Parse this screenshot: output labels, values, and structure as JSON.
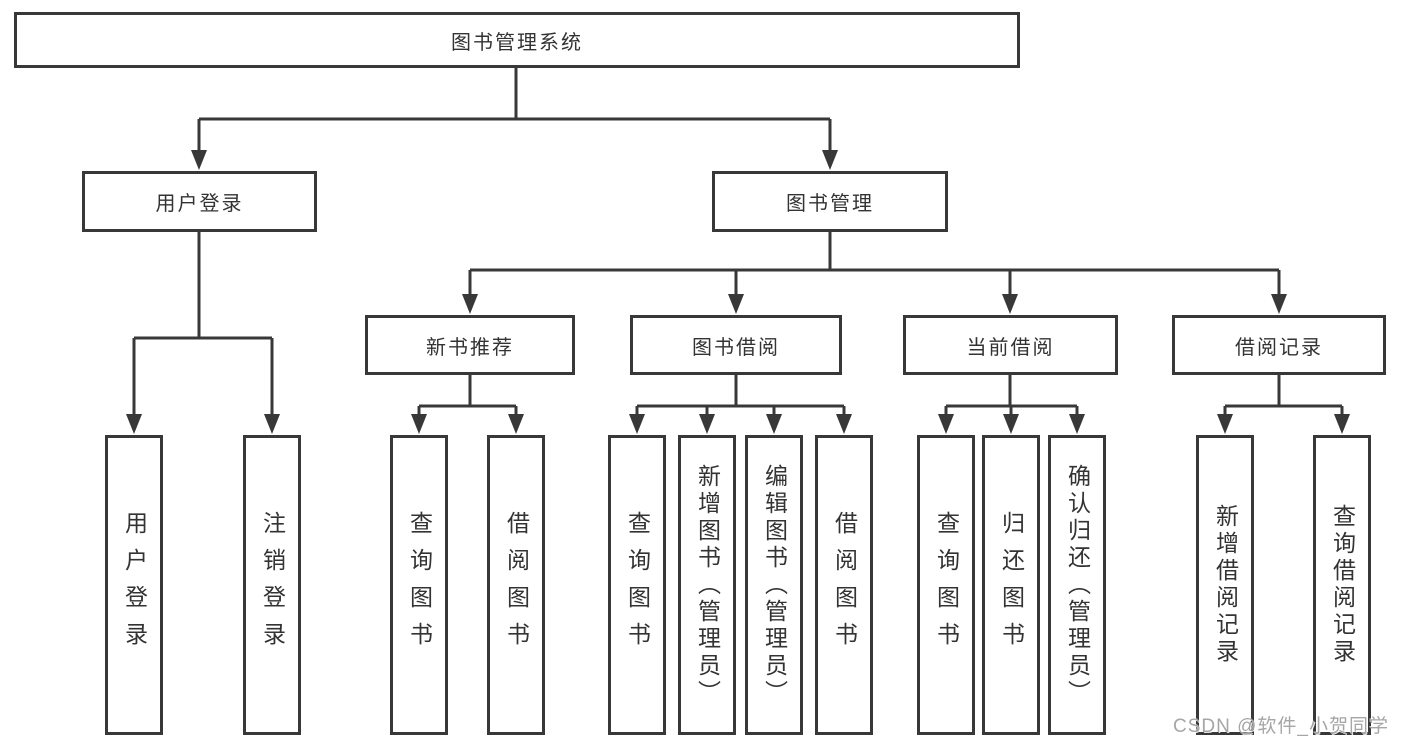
{
  "nodes": {
    "root": "图书管理系统",
    "level2": {
      "user_login": "用户登录",
      "book_mgmt": "图书管理"
    },
    "level3": {
      "new_books": "新书推荐",
      "borrowing": "图书借阅",
      "current": "当前借阅",
      "records": "借阅记录"
    },
    "leaves": {
      "user_login": [
        "用户登录",
        "注销登录"
      ],
      "new_books": [
        "查询图书",
        "借阅图书"
      ],
      "borrowing": [
        "查询图书",
        "新增图书（管理员）",
        "编辑图书（管理员）",
        "借阅图书"
      ],
      "current": [
        "查询图书",
        "归还图书",
        "确认归还（管理员）"
      ],
      "records": [
        "新增借阅记录",
        "查询借阅记录"
      ]
    }
  },
  "watermark": "CSDN @软件_小贺同学",
  "colors": {
    "line": "#383838",
    "border": "#383838",
    "text": "#333333",
    "background": "#ffffff",
    "watermark": "#a6a6a6"
  }
}
